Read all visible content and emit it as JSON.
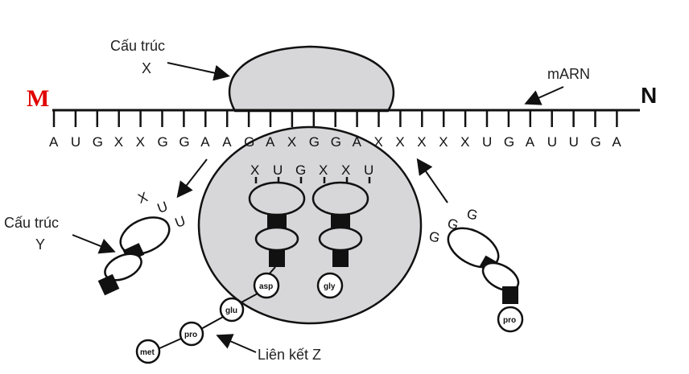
{
  "labels": {
    "end_left": "M",
    "end_right": "N",
    "structure_x_line1": "Cấu trúc",
    "structure_x_line2": "X",
    "structure_y_line1": "Cấu trúc",
    "structure_y_line2": "Y",
    "mrna": "mARN",
    "bond_z": "Liên kết Z"
  },
  "mrna_bases": [
    "A",
    "U",
    "G",
    "X",
    "X",
    "G",
    "G",
    "A",
    "A",
    "G",
    "A",
    "X",
    "G",
    "G",
    "A",
    "X",
    "X",
    "X",
    "X",
    "X",
    "U",
    "G",
    "A",
    "U",
    "U",
    "G",
    "A"
  ],
  "trna_left_anticodon": [
    "X",
    "U",
    "U"
  ],
  "trna_center1_anticodon": [
    "X",
    "U",
    "G"
  ],
  "trna_center2_anticodon": [
    "X",
    "X",
    "U"
  ],
  "trna_right_anticodon": [
    "G",
    "G",
    "G"
  ],
  "amino_acids": {
    "asp": "asp",
    "gly": "gly",
    "glu": "glu",
    "pro_chain": "pro",
    "met": "met",
    "pro_right": "pro"
  },
  "colors": {
    "ribosome": "#d7d7d9",
    "end_m": "#e00000",
    "line": "#111111"
  }
}
